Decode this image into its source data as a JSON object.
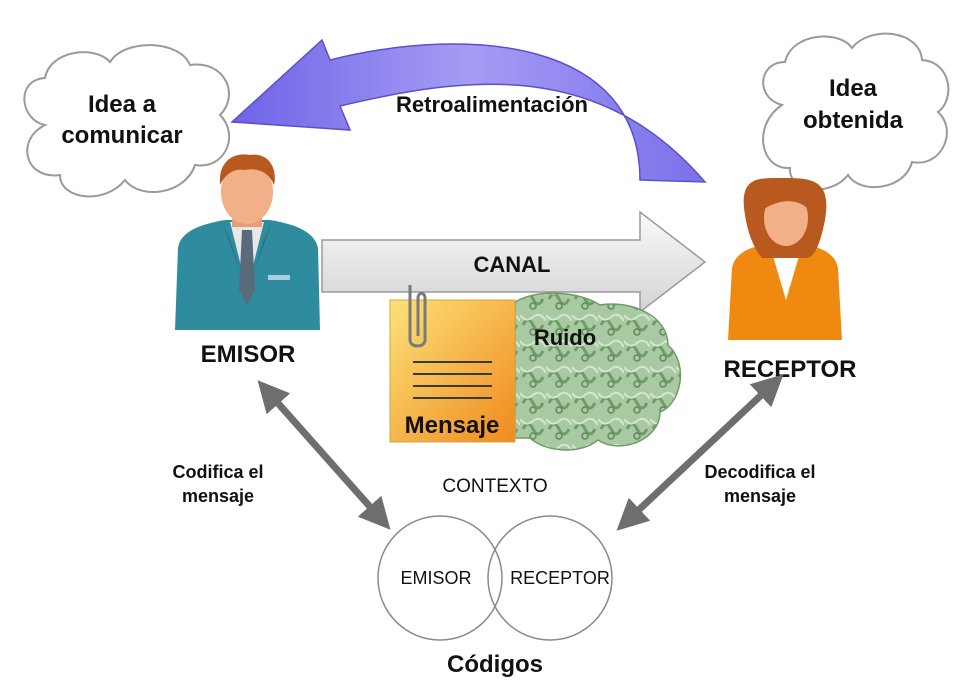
{
  "cloud_left": {
    "line1": "Idea a",
    "line2": "comunicar"
  },
  "cloud_right": {
    "line1": "Idea",
    "line2": "obtenida"
  },
  "feedback_label": "Retroalimentación",
  "channel_label": "CANAL",
  "noise_label": "Ruido",
  "message_label": "Mensaje",
  "sender_label": "EMISOR",
  "receiver_label": "RECEPTOR",
  "encode": {
    "line1": "Codifica el",
    "line2": "mensaje"
  },
  "decode": {
    "line1": "Decodifica el",
    "line2": "mensaje"
  },
  "context_label": "CONTEXTO",
  "codes": {
    "left": "EMISOR",
    "right": "RECEPTOR",
    "caption": "Códigos"
  },
  "colors": {
    "feedback_arrow": "#8c7ff0",
    "channel_arrow": "#ececec",
    "sender_suit": "#2f8b9e",
    "receiver_top": "#f0890f",
    "skin": "#f2b088",
    "message_note": "#f5c24a",
    "noise": "#8fb889",
    "double_arrow": "#6e6e6e"
  }
}
